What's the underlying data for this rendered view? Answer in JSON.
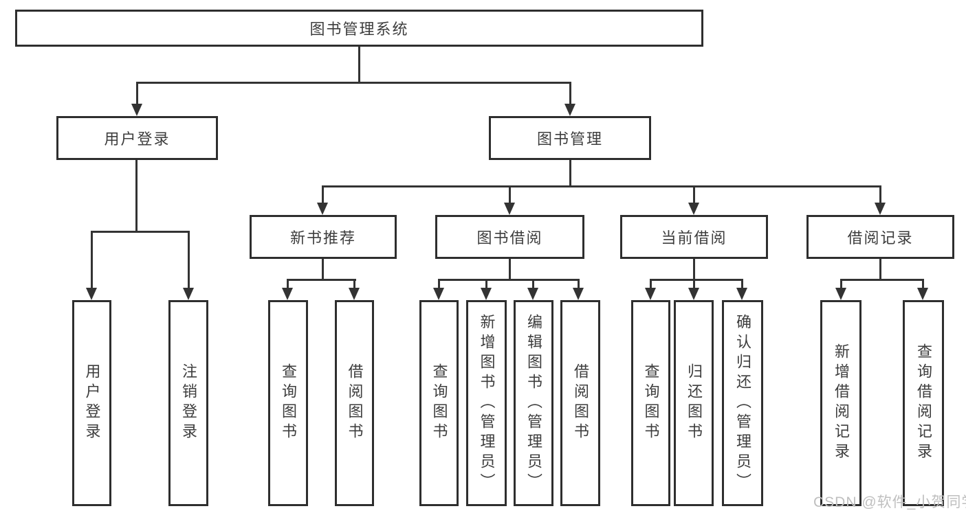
{
  "diagram": {
    "root": {
      "label": "图书管理系统"
    },
    "level1": [
      {
        "label": "用户登录"
      },
      {
        "label": "图书管理"
      }
    ],
    "level2": [
      {
        "label": "新书推荐"
      },
      {
        "label": "图书借阅"
      },
      {
        "label": "当前借阅"
      },
      {
        "label": "借阅记录"
      }
    ],
    "leaves": [
      {
        "label": "用户登录",
        "parent": "用户登录"
      },
      {
        "label": "注销登录",
        "parent": "用户登录"
      },
      {
        "label": "查询图书",
        "parent": "新书推荐"
      },
      {
        "label": "借阅图书",
        "parent": "新书推荐"
      },
      {
        "label": "查询图书",
        "parent": "图书借阅"
      },
      {
        "label": "新增图书（管理员）",
        "parent": "图书借阅"
      },
      {
        "label": "编辑图书（管理员）",
        "parent": "图书借阅"
      },
      {
        "label": "借阅图书",
        "parent": "图书借阅"
      },
      {
        "label": "查询图书",
        "parent": "当前借阅"
      },
      {
        "label": "归还图书",
        "parent": "当前借阅"
      },
      {
        "label": "确认归还（管理员）",
        "parent": "当前借阅"
      },
      {
        "label": "新增借阅记录",
        "parent": "借阅记录"
      },
      {
        "label": "查询借阅记录",
        "parent": "借阅记录"
      }
    ]
  },
  "watermark": {
    "text": "CSDN @软件_小贺同学"
  },
  "colors": {
    "line": "#333333",
    "border": "#2e2e2e",
    "text": "#3d3d3d",
    "watermark": "#bfbfbf",
    "background": "#ffffff"
  }
}
